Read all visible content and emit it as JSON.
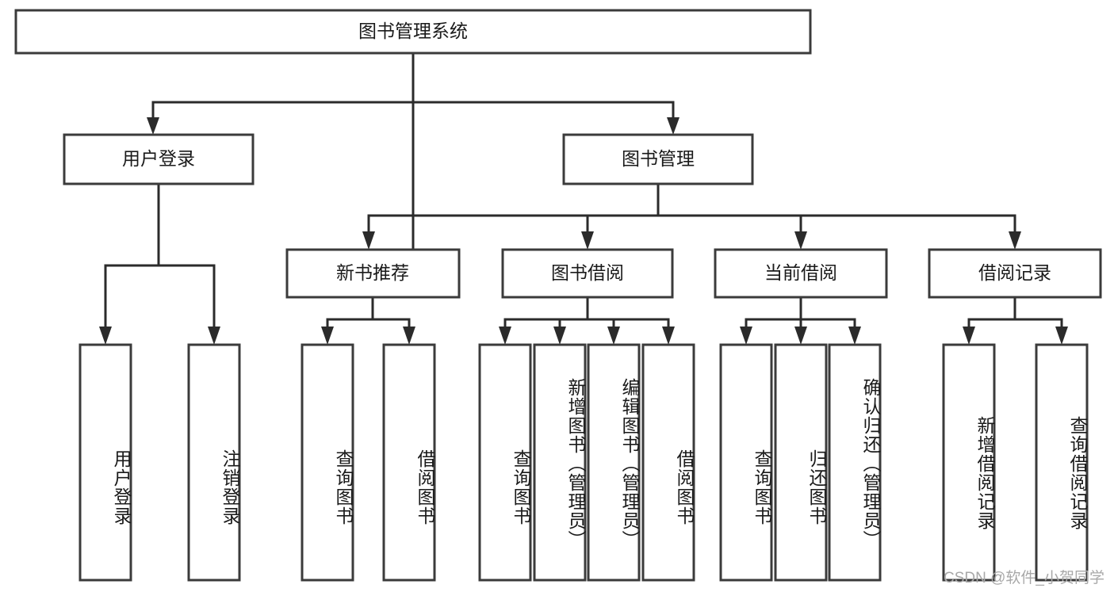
{
  "diagram": {
    "title": "图书管理系统",
    "type": "tree-hierarchy",
    "orientation": "top-down",
    "levels": 4,
    "root": {
      "id": "root",
      "label": "图书管理系统"
    },
    "level2": [
      {
        "id": "user-login",
        "label": "用户登录"
      },
      {
        "id": "book-management",
        "label": "图书管理"
      }
    ],
    "level3": [
      {
        "id": "new-book-recommend",
        "label": "新书推荐",
        "parent": "book-management"
      },
      {
        "id": "book-borrow",
        "label": "图书借阅",
        "parent": "book-management"
      },
      {
        "id": "current-borrow",
        "label": "当前借阅",
        "parent": "book-management"
      },
      {
        "id": "borrow-record",
        "label": "借阅记录",
        "parent": "book-management"
      }
    ],
    "leaves": [
      {
        "id": "leaf-user-login",
        "label": "用户登录",
        "parent": "user-login"
      },
      {
        "id": "leaf-logout-login",
        "label": "注销登录",
        "parent": "user-login"
      },
      {
        "id": "leaf-query-book-1",
        "label": "查询图书",
        "parent": "new-book-recommend"
      },
      {
        "id": "leaf-borrow-book-1",
        "label": "借阅图书",
        "parent": "new-book-recommend"
      },
      {
        "id": "leaf-query-book-2",
        "label": "查询图书",
        "parent": "book-borrow"
      },
      {
        "id": "leaf-add-book",
        "label": "新增图书（管理员）",
        "parent": "book-borrow"
      },
      {
        "id": "leaf-edit-book",
        "label": "编辑图书（管理员）",
        "parent": "book-borrow"
      },
      {
        "id": "leaf-borrow-book-2",
        "label": "借阅图书",
        "parent": "book-borrow"
      },
      {
        "id": "leaf-query-book-3",
        "label": "查询图书",
        "parent": "current-borrow"
      },
      {
        "id": "leaf-return-book",
        "label": "归还图书",
        "parent": "current-borrow"
      },
      {
        "id": "leaf-confirm-return",
        "label": "确认归还（管理员）",
        "parent": "current-borrow"
      },
      {
        "id": "leaf-add-record",
        "label": "新增借阅记录",
        "parent": "borrow-record"
      },
      {
        "id": "leaf-query-record",
        "label": "查询借阅记录",
        "parent": "borrow-record"
      }
    ]
  },
  "watermark": {
    "text": "CSDN @软件_小贺同学"
  },
  "colors": {
    "box_stroke": "#3b3b3b",
    "connector": "#2b2b2b",
    "text": "#1a1a1a",
    "background": "#ffffff",
    "watermark": "#a8a8a8"
  }
}
